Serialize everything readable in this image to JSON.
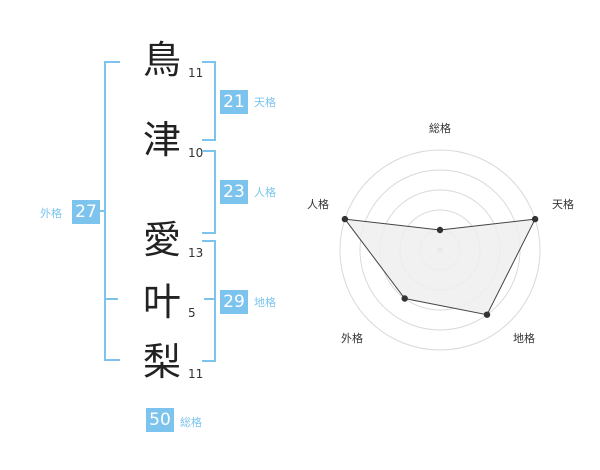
{
  "name": {
    "characters": [
      {
        "char": "鳥",
        "strokes": "11"
      },
      {
        "char": "津",
        "strokes": "10"
      },
      {
        "char": "愛",
        "strokes": "13"
      },
      {
        "char": "叶",
        "strokes": "5"
      },
      {
        "char": "梨",
        "strokes": "11"
      }
    ]
  },
  "kakusu": {
    "tenkaku": {
      "value": "21",
      "label": "天格"
    },
    "jinkaku": {
      "value": "23",
      "label": "人格"
    },
    "chikaku": {
      "value": "29",
      "label": "地格"
    },
    "gaikaku": {
      "value": "27",
      "label": "外格"
    },
    "soukaku": {
      "value": "50",
      "label": "総格"
    }
  },
  "chart_data": {
    "type": "radar",
    "axes": [
      "総格",
      "天格",
      "地格",
      "外格",
      "人格"
    ],
    "max": 5,
    "rings": 5,
    "values": [
      1,
      5,
      4,
      3,
      5
    ],
    "colors": {
      "fill": "#eeeeee",
      "stroke": "#444444",
      "grid": "#d9d9d9",
      "accent": "#7cc4ee"
    }
  }
}
